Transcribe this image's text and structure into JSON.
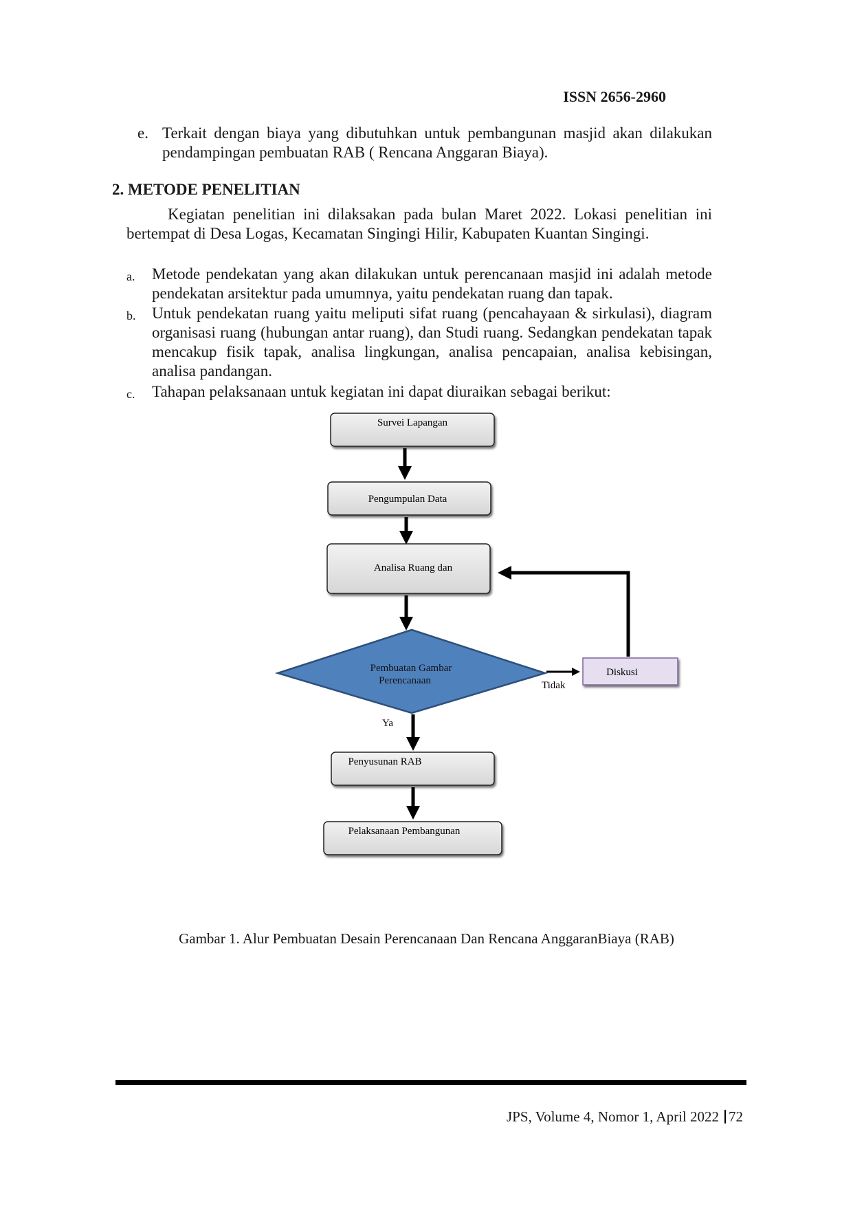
{
  "header": {
    "issn": "ISSN 2656-2960"
  },
  "item_e": {
    "marker": "e.",
    "text": "Terkait dengan biaya yang dibutuhkan untuk pembangunan masjid akan dilakukan pendampingan pembuatan RAB ( Rencana Anggaran Biaya)."
  },
  "section": {
    "heading": "2. METODE PENELITIAN",
    "intro": "Kegiatan penelitian ini dilaksakan pada bulan Maret 2022. Lokasi penelitian ini bertempat di Desa Logas, Kecamatan Singingi Hilir, Kabupaten Kuantan Singingi.",
    "items": [
      {
        "marker": "a.",
        "text": "Metode pendekatan yang akan dilakukan untuk perencanaan masjid ini adalah metode pendekatan arsitektur pada umumnya, yaitu pendekatan ruang dan tapak."
      },
      {
        "marker": "b.",
        "text": "Untuk pendekatan ruang yaitu meliputi sifat ruang (pencahayaan & sirkulasi), diagram organisasi ruang (hubungan antar ruang), dan Studi ruang. Sedangkan pendekatan tapak mencakup fisik tapak, analisa lingkungan, analisa pencapaian, analisa kebisingan, analisa pandangan."
      },
      {
        "marker": "c.",
        "text": "Tahapan pelaksanaan untuk kegiatan ini dapat diuraikan sebagai berikut:"
      }
    ]
  },
  "flowchart": {
    "survei": "Survei Lapangan",
    "pengumpulan": "Pengumpulan Data",
    "analisa": "Analisa Ruang dan",
    "decision_line1": "Pembuatan Gambar",
    "decision_line2": "Perencanaan",
    "diskusi": "Diskusi",
    "tidak": "Tidak",
    "ya": "Ya",
    "rab": "Penyusunan RAB",
    "pelaksanaan": "Pelaksanaan Pembangunan",
    "colors": {
      "box_fill": "#e3e3e3",
      "diamond_fill": "#4f81bd",
      "diskusi_fill": "#e5dff0",
      "diskusi_border": "#8064a2"
    }
  },
  "caption": "Gambar 1. Alur Pembuatan Desain Perencanaan Dan Rencana AnggaranBiaya (RAB)",
  "footer": {
    "journal": "JPS, Volume 4, Nomor 1, April 2022",
    "page": "72"
  }
}
